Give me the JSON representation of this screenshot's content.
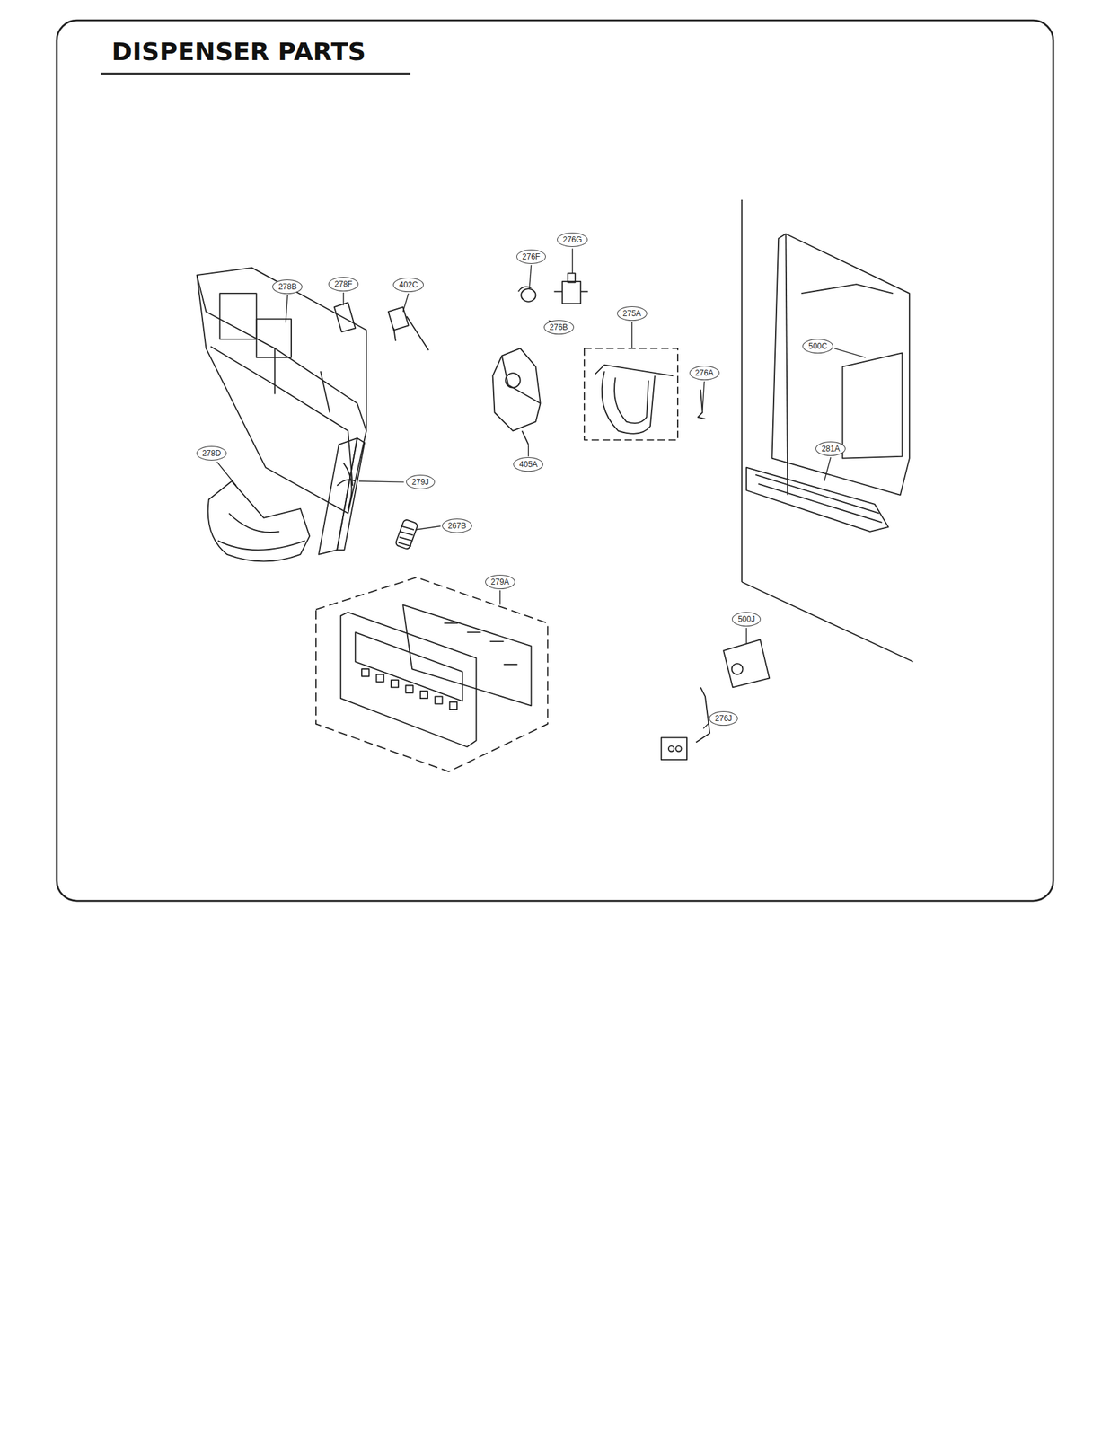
{
  "diagram": {
    "title": "DISPENSER PARTS",
    "labels": [
      "278B",
      "278F",
      "402C",
      "276G",
      "276F",
      "275A",
      "276B",
      "276A",
      "405A",
      "500C",
      "281A",
      "278D",
      "279J",
      "267B",
      "279A",
      "500J",
      "276J"
    ]
  }
}
